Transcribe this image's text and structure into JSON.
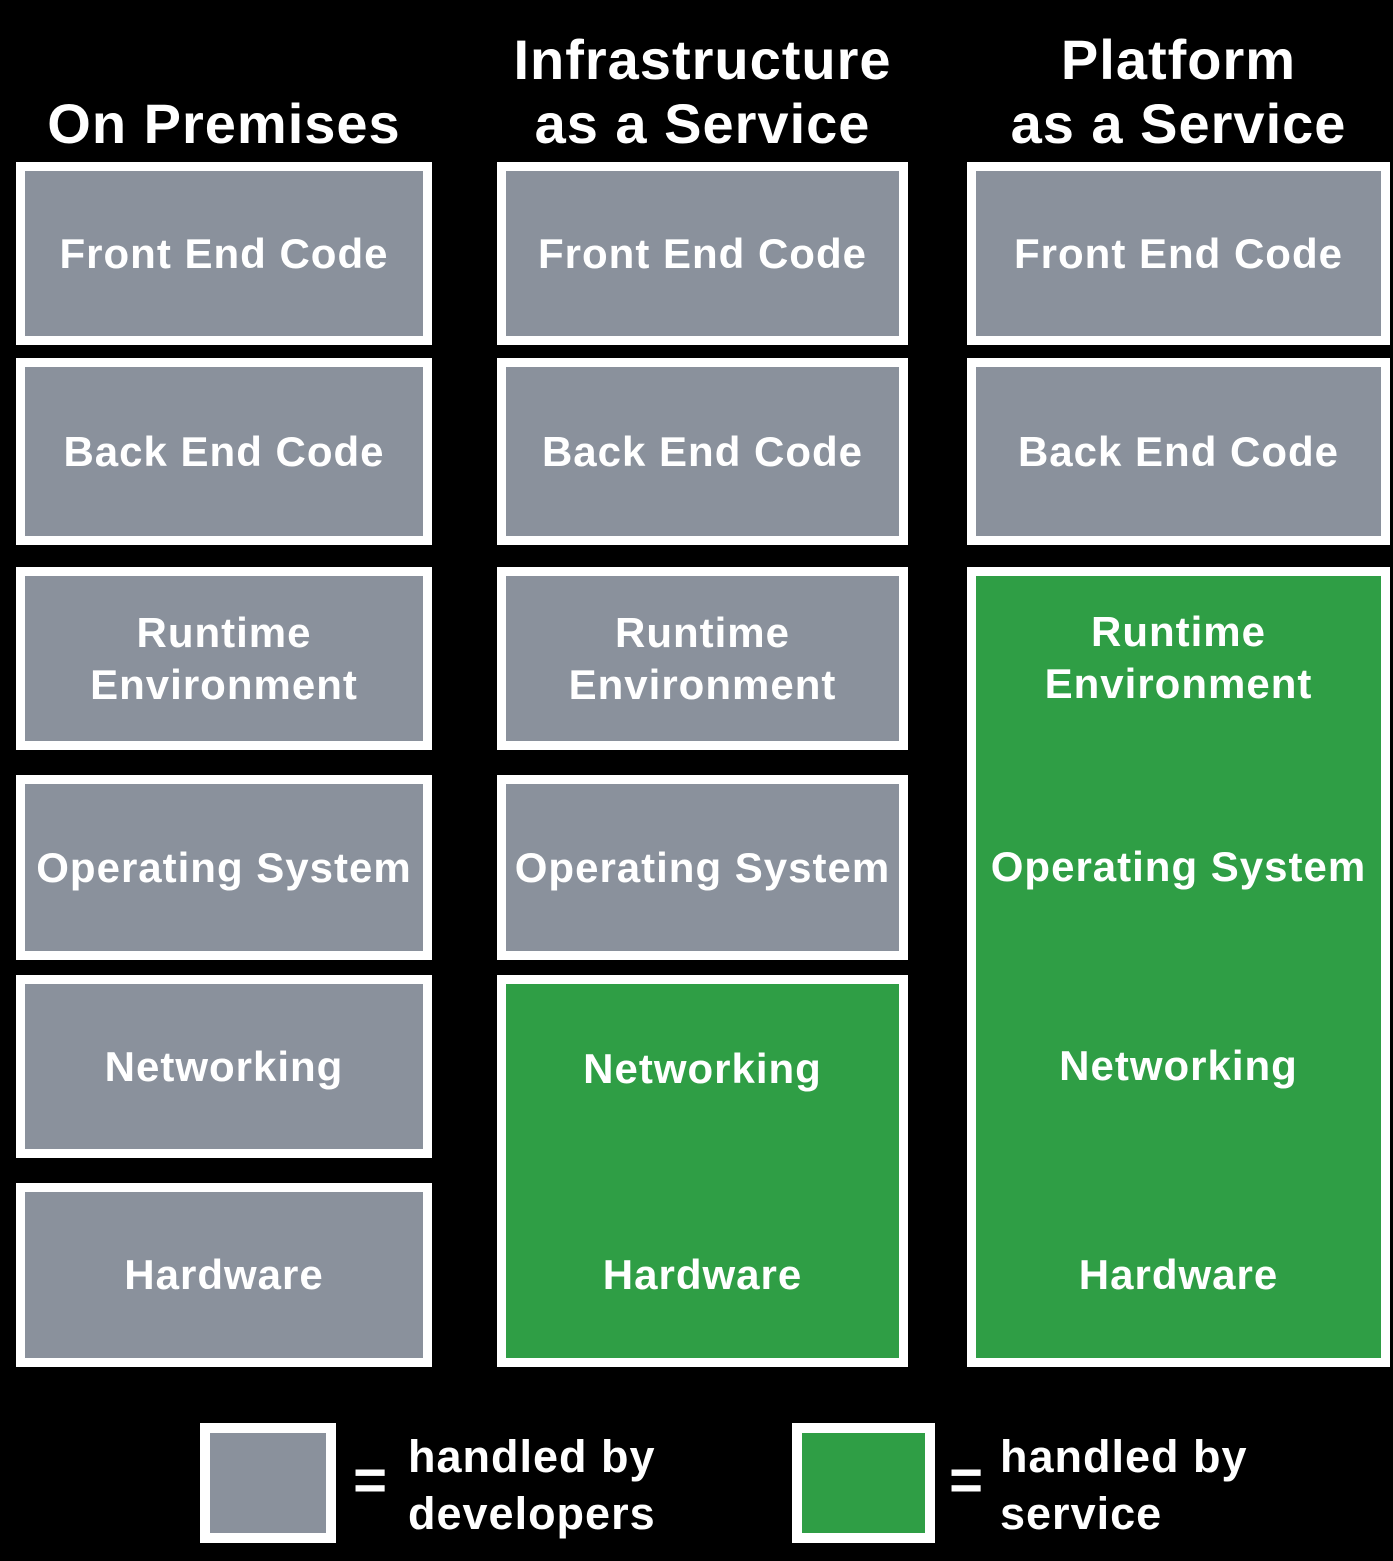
{
  "colors": {
    "background": "#000000",
    "box_gray": "#8a919c",
    "box_green": "#2f9e45",
    "border_white": "#ffffff",
    "text_white": "#ffffff"
  },
  "columns": [
    {
      "title": "On Premises",
      "boxes": [
        {
          "label": "Front End Code",
          "color": "gray"
        },
        {
          "label": "Back End Code",
          "color": "gray"
        },
        {
          "label": "Runtime\nEnvironment",
          "color": "gray"
        },
        {
          "label": "Operating System",
          "color": "gray"
        },
        {
          "label": "Networking",
          "color": "gray"
        },
        {
          "label": "Hardware",
          "color": "gray"
        }
      ]
    },
    {
      "title": "Infrastructure\nas a Service",
      "boxes": [
        {
          "label": "Front End Code",
          "color": "gray"
        },
        {
          "label": "Back End Code",
          "color": "gray"
        },
        {
          "label": "Runtime\nEnvironment",
          "color": "gray"
        },
        {
          "label": "Operating System",
          "color": "gray"
        }
      ],
      "green_box": {
        "color": "green",
        "labels": [
          "Networking",
          "Hardware"
        ]
      }
    },
    {
      "title": "Platform\nas a Service",
      "boxes": [
        {
          "label": "Front End Code",
          "color": "gray"
        },
        {
          "label": "Back End Code",
          "color": "gray"
        }
      ],
      "green_box": {
        "color": "green",
        "labels": [
          "Runtime\nEnvironment",
          "Operating System",
          "Networking",
          "Hardware"
        ]
      }
    }
  ],
  "legend": [
    {
      "swatch_color": "#8a919c",
      "symbol": "=",
      "label": "handled by\ndevelopers"
    },
    {
      "swatch_color": "#2f9e45",
      "symbol": "=",
      "label": "handled by\nservice"
    }
  ]
}
